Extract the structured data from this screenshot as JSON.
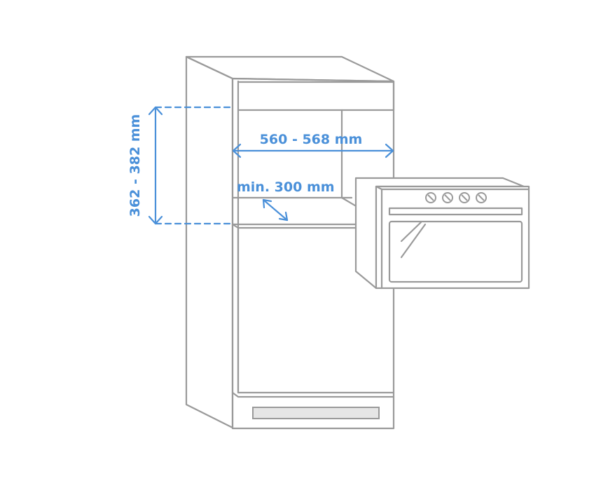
{
  "dimensions": {
    "width_label": "560 - 568 mm",
    "depth_label": "min. 300 mm",
    "height_label": "362 - 382  mm"
  },
  "colors": {
    "outline": "#9a9a9a",
    "dimension": "#4a90d9",
    "vent_fill": "#e6e6e6"
  },
  "oven": {
    "knob_count": 4
  }
}
